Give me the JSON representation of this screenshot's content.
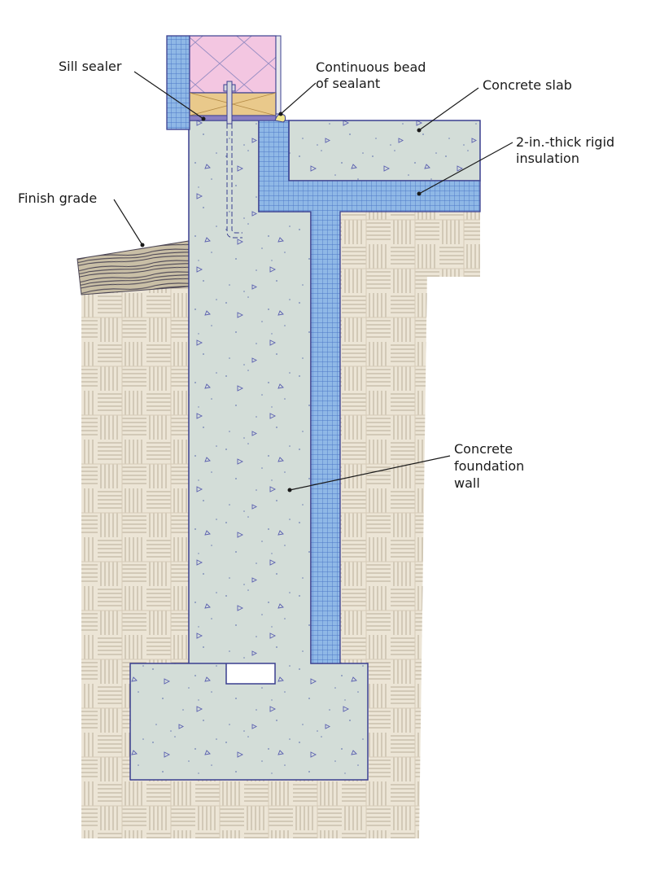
{
  "labels": {
    "sill_sealer": "Sill sealer",
    "continuous_bead_1": "Continuous bead",
    "continuous_bead_2": "of sealant",
    "concrete_slab": "Concrete slab",
    "rigid_insulation_1": "2-in.-thick rigid",
    "rigid_insulation_2": "insulation",
    "finish_grade": "Finish grade",
    "foundation_wall_1": "Concrete",
    "foundation_wall_2": "foundation",
    "foundation_wall_3": "wall"
  },
  "colors": {
    "concrete": "#d3ddd8",
    "insulation": "#8fb8e6",
    "soil_bg": "#ece5d6",
    "soil_lines": "#b8ad98",
    "fiberglass": "#f3c6e1",
    "sill_plate": "#e9c98b",
    "outline": "#3a3f8f"
  }
}
